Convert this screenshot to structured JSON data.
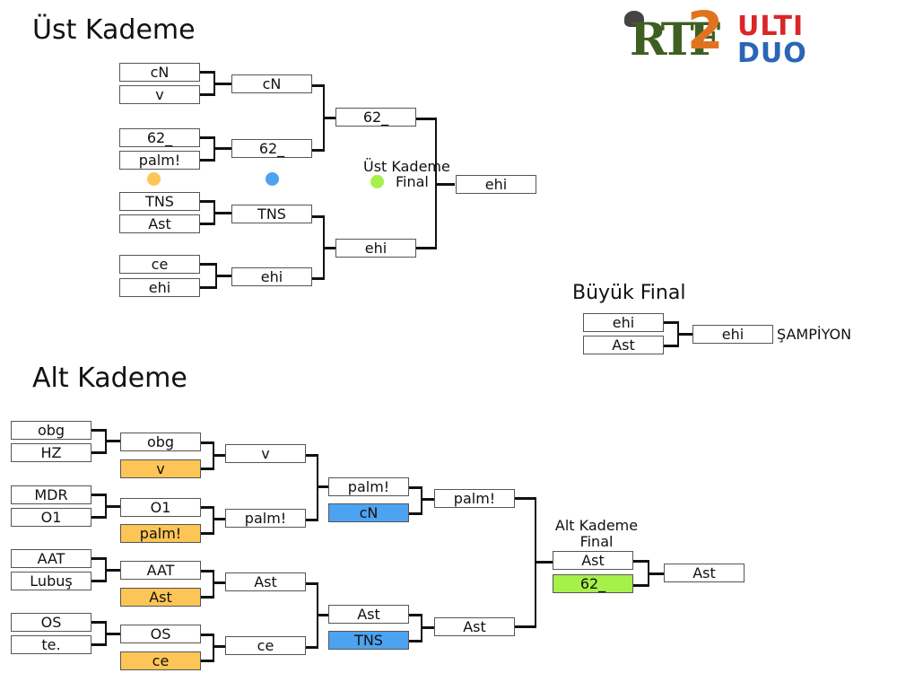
{
  "logo": {
    "rtf": "RTF",
    "two": "2",
    "ulti": "ULTI",
    "duo": "DUO"
  },
  "upper": {
    "title": "Üst Kademe",
    "round1": [
      "cN",
      "v",
      "62_",
      "palm!",
      "TNS",
      "Ast",
      "ce",
      "ehi"
    ],
    "round2": [
      "cN",
      "62_",
      "TNS",
      "ehi"
    ],
    "round3": [
      "62_",
      "ehi"
    ],
    "final_label_line1": "Üst Kademe",
    "final_label_line2": "Final",
    "final_winner": "ehi",
    "legend_colors": {
      "orange": "#fcc556",
      "blue": "#4da3f0",
      "green": "#a6f04a"
    }
  },
  "grand_final": {
    "title": "Büyük Final",
    "teams": [
      "ehi",
      "Ast"
    ],
    "winner": "ehi",
    "champion_label": "ŞAMPİYON"
  },
  "lower": {
    "title": "Alt Kademe",
    "round1": [
      "obg",
      "HZ",
      "MDR",
      "O1",
      "AAT",
      "Lubuş",
      "OS",
      "te."
    ],
    "round2": [
      {
        "winner": "obg",
        "dropin": "v"
      },
      {
        "winner": "O1",
        "dropin": "palm!"
      },
      {
        "winner": "AAT",
        "dropin": "Ast"
      },
      {
        "winner": "OS",
        "dropin": "ce"
      }
    ],
    "round3": [
      "v",
      "palm!",
      "Ast",
      "ce"
    ],
    "round4": [
      {
        "winner": "palm!",
        "dropin": "cN"
      },
      {
        "winner": "Ast",
        "dropin": "TNS"
      }
    ],
    "round5": [
      "palm!",
      "Ast"
    ],
    "final_label_line1": "Alt Kademe",
    "final_label_line2": "Final",
    "final_teams": [
      "Ast",
      "62_"
    ],
    "final_winner": "Ast"
  }
}
